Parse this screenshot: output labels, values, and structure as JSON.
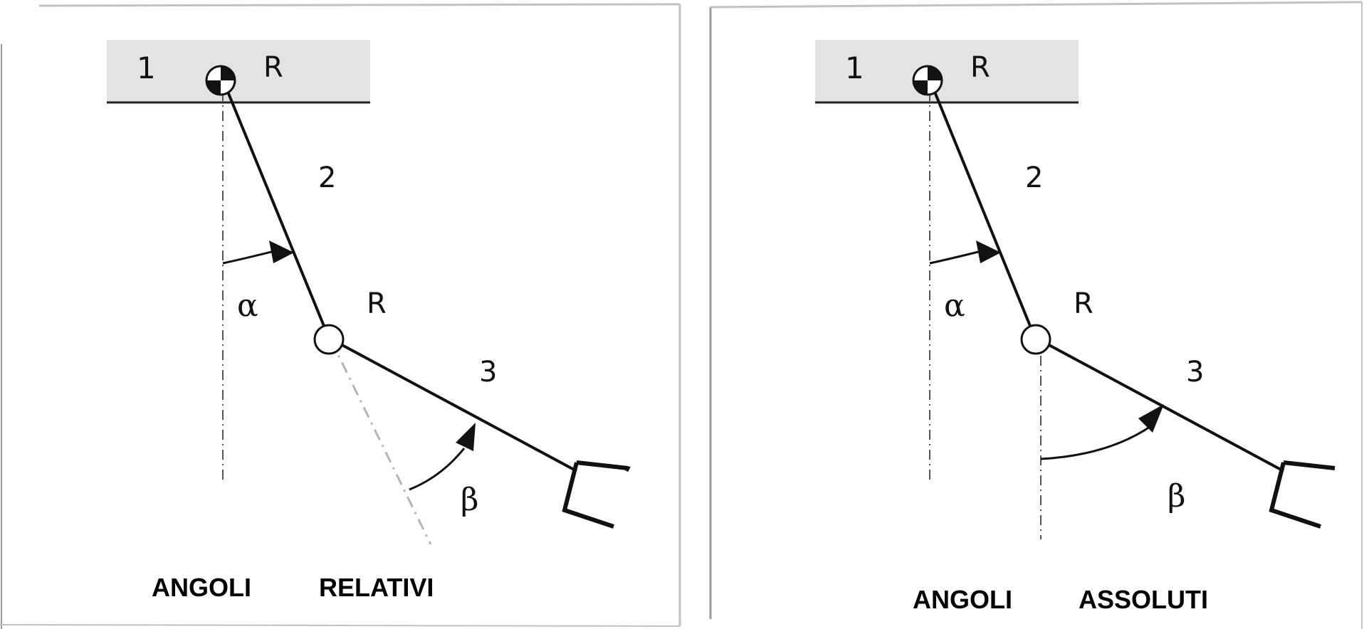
{
  "left": {
    "labels": {
      "link_ground": "1",
      "joint_top": "R",
      "link_upper": "2",
      "joint_mid": "R",
      "link_lower": "3",
      "angle_first": "α",
      "angle_second": "β"
    },
    "caption": {
      "word1": "ANGOLI",
      "word2": "RELATIVI"
    }
  },
  "right": {
    "labels": {
      "link_ground": "1",
      "joint_top": "R",
      "link_upper": "2",
      "joint_mid": "R",
      "link_lower": "3",
      "angle_first": "α",
      "angle_second": "β"
    },
    "caption": {
      "word1": "ANGOLI",
      "word2": "ASSOLUTI"
    }
  },
  "colors": {
    "ground": "#e3e3e3",
    "ink": "#111111",
    "frame": "#bdbdbd",
    "dash": "#555555",
    "dash_light": "#b5b5b5"
  }
}
